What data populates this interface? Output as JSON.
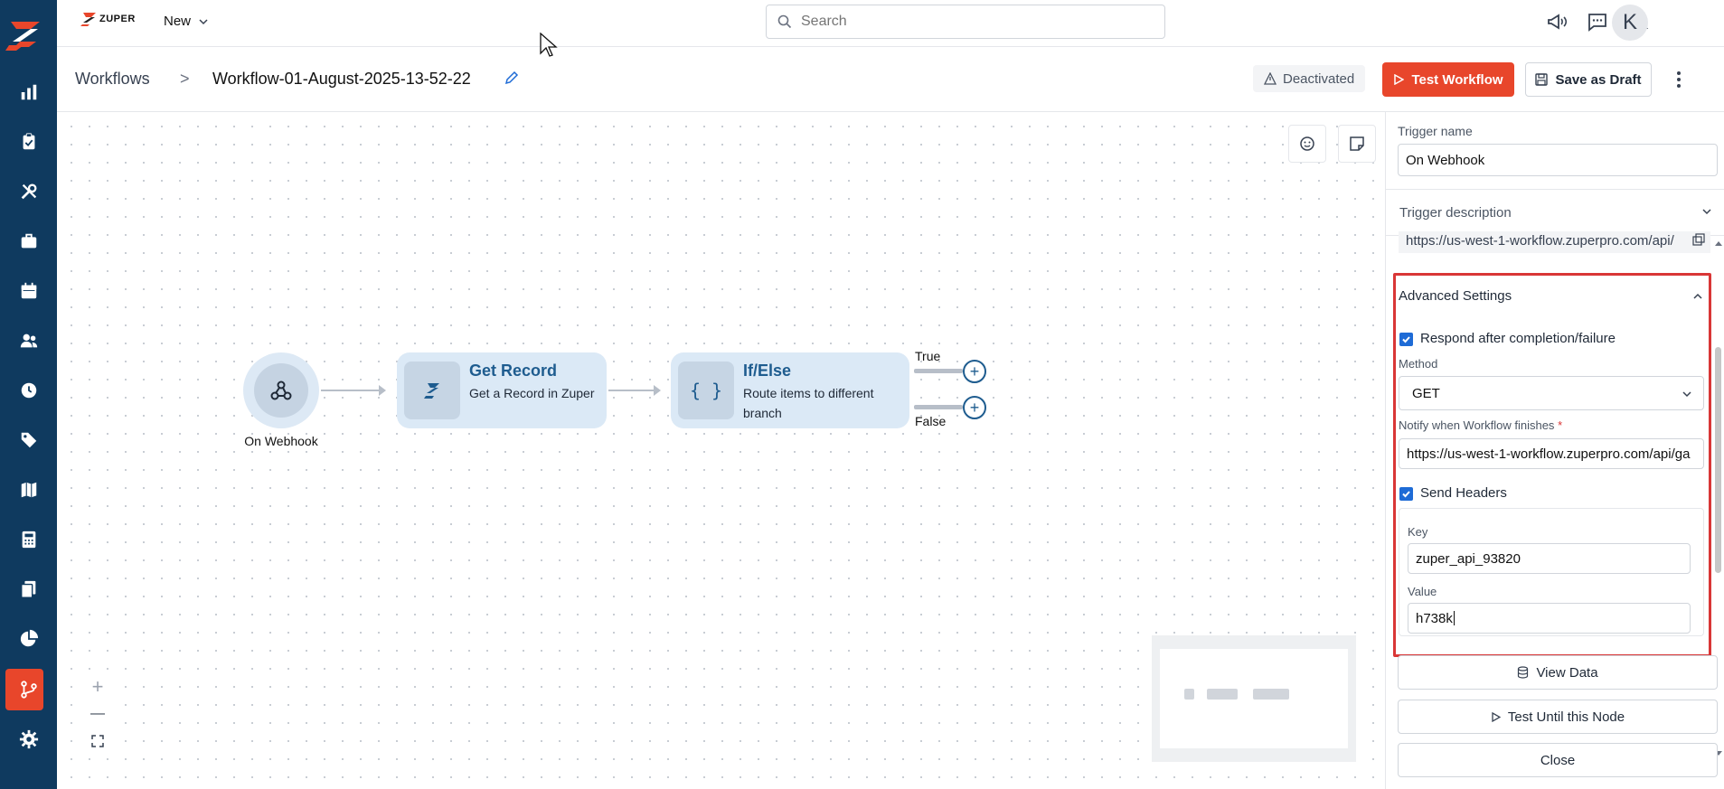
{
  "topbar": {
    "brand": "ZUPER",
    "new_label": "New",
    "search_placeholder": "Search",
    "avatar_initial": "K"
  },
  "sidebar": {
    "items": [
      {
        "icon": "bar-chart-icon"
      },
      {
        "icon": "clipboard-icon"
      },
      {
        "icon": "wrench-tools-icon"
      },
      {
        "icon": "briefcase-icon"
      },
      {
        "icon": "calendar-icon"
      },
      {
        "icon": "users-icon"
      },
      {
        "icon": "clock-icon"
      },
      {
        "icon": "tag-icon"
      },
      {
        "icon": "map-icon"
      },
      {
        "icon": "calculator-icon"
      },
      {
        "icon": "documents-icon"
      },
      {
        "icon": "pie-chart-icon"
      },
      {
        "icon": "workflow-icon",
        "active": true
      },
      {
        "icon": "gear-icon"
      }
    ]
  },
  "header": {
    "breadcrumb_root": "Workflows",
    "breadcrumb_separator": ">",
    "workflow_name": "Workflow-01-August-2025-13-52-22",
    "status": "Deactivated",
    "test_label": "Test Workflow",
    "draft_label": "Save as Draft"
  },
  "canvas": {
    "trigger_node_label": "On Webhook",
    "nodes": [
      {
        "title": "Get Record",
        "subtitle": "Get a Record in Zuper"
      },
      {
        "title": "If/Else",
        "subtitle_line1": "Route items to different",
        "subtitle_line2": "branch"
      }
    ],
    "branch_true": "True",
    "branch_false": "False",
    "zoom_in": "+",
    "zoom_out": "—"
  },
  "panel": {
    "trigger_name_label": "Trigger name",
    "trigger_name_value": "On Webhook",
    "trigger_description_label": "Trigger description",
    "webhook_url": "https://us-west-1-workflow.zuperpro.com/api/",
    "advanced": {
      "title": "Advanced Settings",
      "respond_label": "Respond after completion/failure",
      "respond_checked": true,
      "method_label": "Method",
      "method_value": "GET",
      "notify_label": "Notify when Workflow finishes",
      "notify_value": "https://us-west-1-workflow.zuperpro.com/api/ga",
      "send_headers_label": "Send Headers",
      "send_headers_checked": true,
      "key_label": "Key",
      "key_value": "zuper_api_93820",
      "value_label": "Value",
      "value_value": "h738k"
    },
    "view_data_label": "View Data",
    "test_node_label": "Test Until this Node",
    "close_label": "Close"
  },
  "colors": {
    "rail": "#0f3a5f",
    "accent": "#e8462b",
    "node_title": "#1e5c8f",
    "highlight_border": "#d93636"
  }
}
